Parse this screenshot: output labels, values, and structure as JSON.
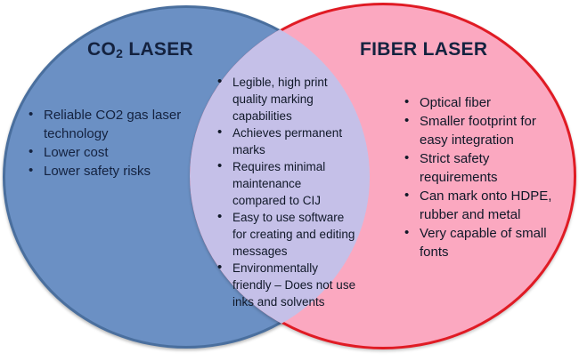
{
  "diagram": {
    "type": "venn",
    "left_circle": {
      "title_prefix": "CO",
      "title_subscript": "2",
      "title_suffix": " LASER",
      "fill_color": "#6b90c4",
      "border_color": "#4a6f9e",
      "items": [
        "Reliable CO2 gas laser technology",
        "Lower cost",
        "Lower safety risks"
      ]
    },
    "right_circle": {
      "title": "FIBER LASER",
      "fill_color": "#fba8c0",
      "border_color": "#e01b24",
      "items": [
        "Optical fiber",
        "Smaller footprint for easy integration",
        "Strict safety requirements",
        "Can mark onto HDPE, rubber and metal",
        "Very capable of small fonts"
      ]
    },
    "overlap": {
      "fill_color": "#c5c0e8",
      "items": [
        "Legible, high print quality marking capabilities",
        "Achieves permanent marks",
        "Requires minimal maintenance compared to CIJ",
        "Easy to use software for creating and editing messages",
        "Environmentally friendly – Does not use inks and solvents"
      ]
    }
  }
}
